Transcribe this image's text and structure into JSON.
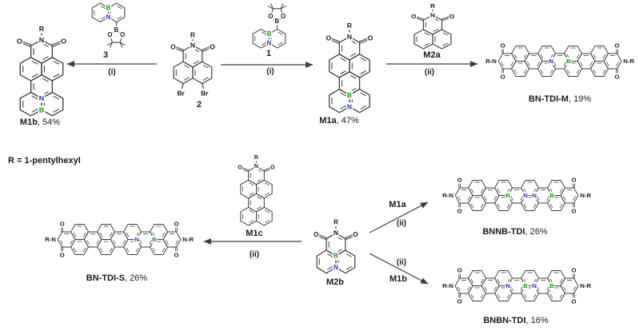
{
  "colors": {
    "boron": "#0a9c0a",
    "nitrogen": "#2929cc",
    "bond": "#3d3d3d",
    "text": "#1a1a1a",
    "background": "#ffffff"
  },
  "atoms": {
    "boron": "B",
    "nitrogen": "N",
    "oxygen": "O",
    "r_group": "R",
    "bromine": "Br",
    "r_n": "R-N",
    "n_r": "N-R"
  },
  "legend": "R = 1-pentylhexyl",
  "steps": {
    "i": "(i)",
    "ii": "(ii)"
  },
  "compounds": {
    "r3": {
      "name": "3"
    },
    "r1": {
      "name": "1"
    },
    "c2": {
      "name": "2"
    },
    "m1a": {
      "name": "M1a",
      "yield": ", 47%"
    },
    "m1b": {
      "name": "M1b",
      "yield": ", 54%"
    },
    "m1c": {
      "name": "M1c"
    },
    "m2a": {
      "name": "M2a"
    },
    "m2b": {
      "name": "M2b"
    },
    "bn_tdi_m": {
      "name": "BN-TDI-M",
      "yield": ", 19%"
    },
    "bn_tdi_s": {
      "name": "BN-TDI-S",
      "yield": ", 26%"
    },
    "bnnb_tdi": {
      "name": "BNNB-TDI",
      "yield": ", 26%"
    },
    "bnbn_tdi": {
      "name": "BNBN-TDI",
      "yield": ", 16%"
    }
  }
}
